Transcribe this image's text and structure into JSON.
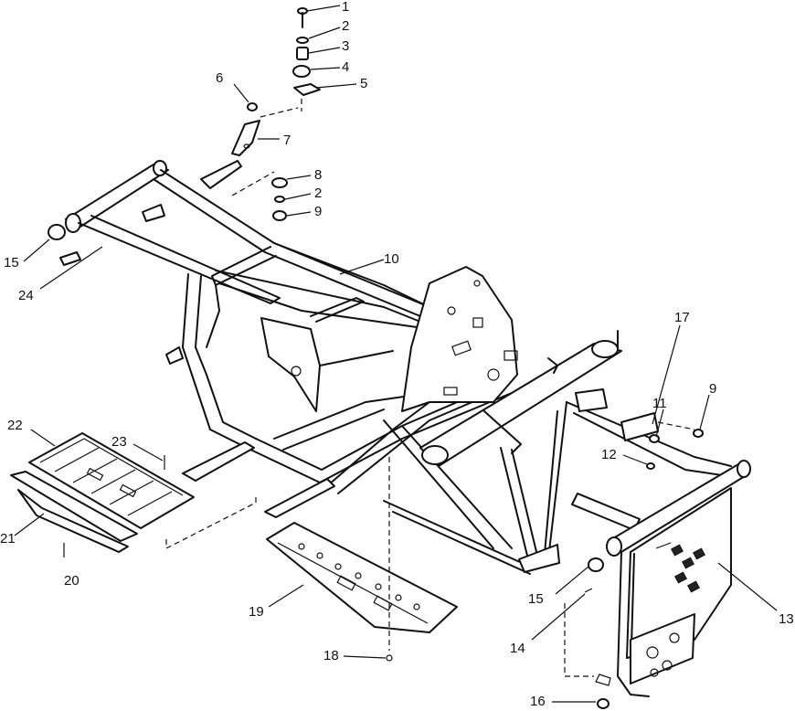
{
  "diagram": {
    "callouts": [
      "1",
      "2",
      "3",
      "4",
      "5",
      "6",
      "7",
      "8",
      "2",
      "9",
      "10",
      "15",
      "24",
      "17",
      "11",
      "9",
      "12",
      "22",
      "23",
      "21",
      "20",
      "19",
      "18",
      "15",
      "14",
      "13",
      "16"
    ]
  }
}
